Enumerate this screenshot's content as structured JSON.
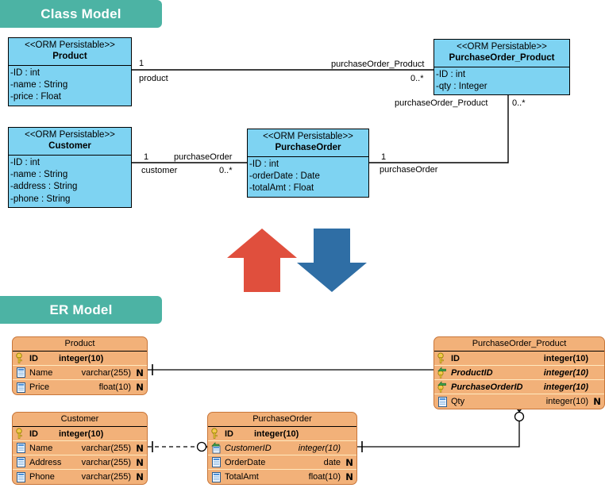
{
  "sections": {
    "class_model": {
      "label": "Class Model",
      "banner_color": "#4cb3a4"
    },
    "er_model": {
      "label": "ER Model",
      "banner_color": "#4cb3a4"
    }
  },
  "colors": {
    "class_box_fill": "#7ed3f2",
    "er_table_fill": "#f2b179",
    "er_table_border": "#c8763a",
    "arrow_up": "#e04f3d",
    "arrow_down": "#2f6ea5",
    "banner": "#4cb3a4"
  },
  "class_model": {
    "stereotype": "<<ORM Persistable>>",
    "classes": [
      {
        "id": "product",
        "name": "Product",
        "attributes": [
          "-ID : int",
          "-name : String",
          "-price : Float"
        ]
      },
      {
        "id": "customer",
        "name": "Customer",
        "attributes": [
          "-ID : int",
          "-name : String",
          "-address : String",
          "-phone : String"
        ]
      },
      {
        "id": "purchaseorder",
        "name": "PurchaseOrder",
        "attributes": [
          "-ID : int",
          "-orderDate : Date",
          "-totalAmt : Float"
        ]
      },
      {
        "id": "purchaseorder_product",
        "name": "PurchaseOrder_Product",
        "attributes": [
          "-ID : int",
          "-qty : Integer"
        ]
      }
    ],
    "associations": [
      {
        "id": "product-pop",
        "source_role": "product",
        "source_mult": "1",
        "target_role": "purchaseOrder_Product",
        "target_mult": "0..*"
      },
      {
        "id": "customer-po",
        "source_role": "customer",
        "source_mult": "1",
        "target_role": "purchaseOrder",
        "target_mult": "0..*"
      },
      {
        "id": "po-pop",
        "source_role": "purchaseOrder",
        "source_mult": "1",
        "target_role": "purchaseOrder_Product",
        "target_mult": "0..*"
      }
    ]
  },
  "transform_arrows": [
    {
      "id": "arrow-up",
      "direction": "up",
      "color": "#e04f3d"
    },
    {
      "id": "arrow-down",
      "direction": "down",
      "color": "#2f6ea5"
    }
  ],
  "er_model": {
    "tables": [
      {
        "id": "er-product",
        "name": "Product",
        "columns": [
          {
            "icon": "primary-key-icon",
            "name": "ID",
            "type": "integer(10)",
            "key": "pk",
            "not_null": ""
          },
          {
            "icon": "column-icon",
            "name": "Name",
            "type": "varchar(255)",
            "key": "",
            "not_null": "N"
          },
          {
            "icon": "column-icon",
            "name": "Price",
            "type": "float(10)",
            "key": "",
            "not_null": "N"
          }
        ]
      },
      {
        "id": "er-customer",
        "name": "Customer",
        "columns": [
          {
            "icon": "primary-key-icon",
            "name": "ID",
            "type": "integer(10)",
            "key": "pk",
            "not_null": ""
          },
          {
            "icon": "column-icon",
            "name": "Name",
            "type": "varchar(255)",
            "key": "",
            "not_null": "N"
          },
          {
            "icon": "column-icon",
            "name": "Address",
            "type": "varchar(255)",
            "key": "",
            "not_null": "N"
          },
          {
            "icon": "column-icon",
            "name": "Phone",
            "type": "varchar(255)",
            "key": "",
            "not_null": "N"
          }
        ]
      },
      {
        "id": "er-purchaseorder",
        "name": "PurchaseOrder",
        "columns": [
          {
            "icon": "primary-key-icon",
            "name": "ID",
            "type": "integer(10)",
            "key": "pk",
            "not_null": ""
          },
          {
            "icon": "foreign-key-icon",
            "name": "CustomerID",
            "type": "integer(10)",
            "key": "fk-plain",
            "not_null": ""
          },
          {
            "icon": "column-icon",
            "name": "OrderDate",
            "type": "date",
            "key": "",
            "not_null": "N"
          },
          {
            "icon": "column-icon",
            "name": "TotalAmt",
            "type": "float(10)",
            "key": "",
            "not_null": "N"
          }
        ]
      },
      {
        "id": "er-purchaseorder-product",
        "name": "PurchaseOrder_Product",
        "columns": [
          {
            "icon": "primary-key-icon",
            "name": "ID",
            "type": "integer(10)",
            "key": "pk",
            "not_null": ""
          },
          {
            "icon": "foreign-key-icon",
            "name": "ProductID",
            "type": "integer(10)",
            "key": "fk",
            "not_null": ""
          },
          {
            "icon": "foreign-key-icon",
            "name": "PurchaseOrderID",
            "type": "integer(10)",
            "key": "fk",
            "not_null": ""
          },
          {
            "icon": "column-icon",
            "name": "Qty",
            "type": "integer(10)",
            "key": "",
            "not_null": "N"
          }
        ]
      }
    ],
    "relationships": [
      {
        "id": "rel-product-pop",
        "from": "Product",
        "to": "PurchaseOrder_Product",
        "style": "solid"
      },
      {
        "id": "rel-customer-po",
        "from": "Customer",
        "to": "PurchaseOrder",
        "style": "dashed"
      },
      {
        "id": "rel-po-pop",
        "from": "PurchaseOrder",
        "to": "PurchaseOrder_Product",
        "style": "solid"
      }
    ]
  }
}
